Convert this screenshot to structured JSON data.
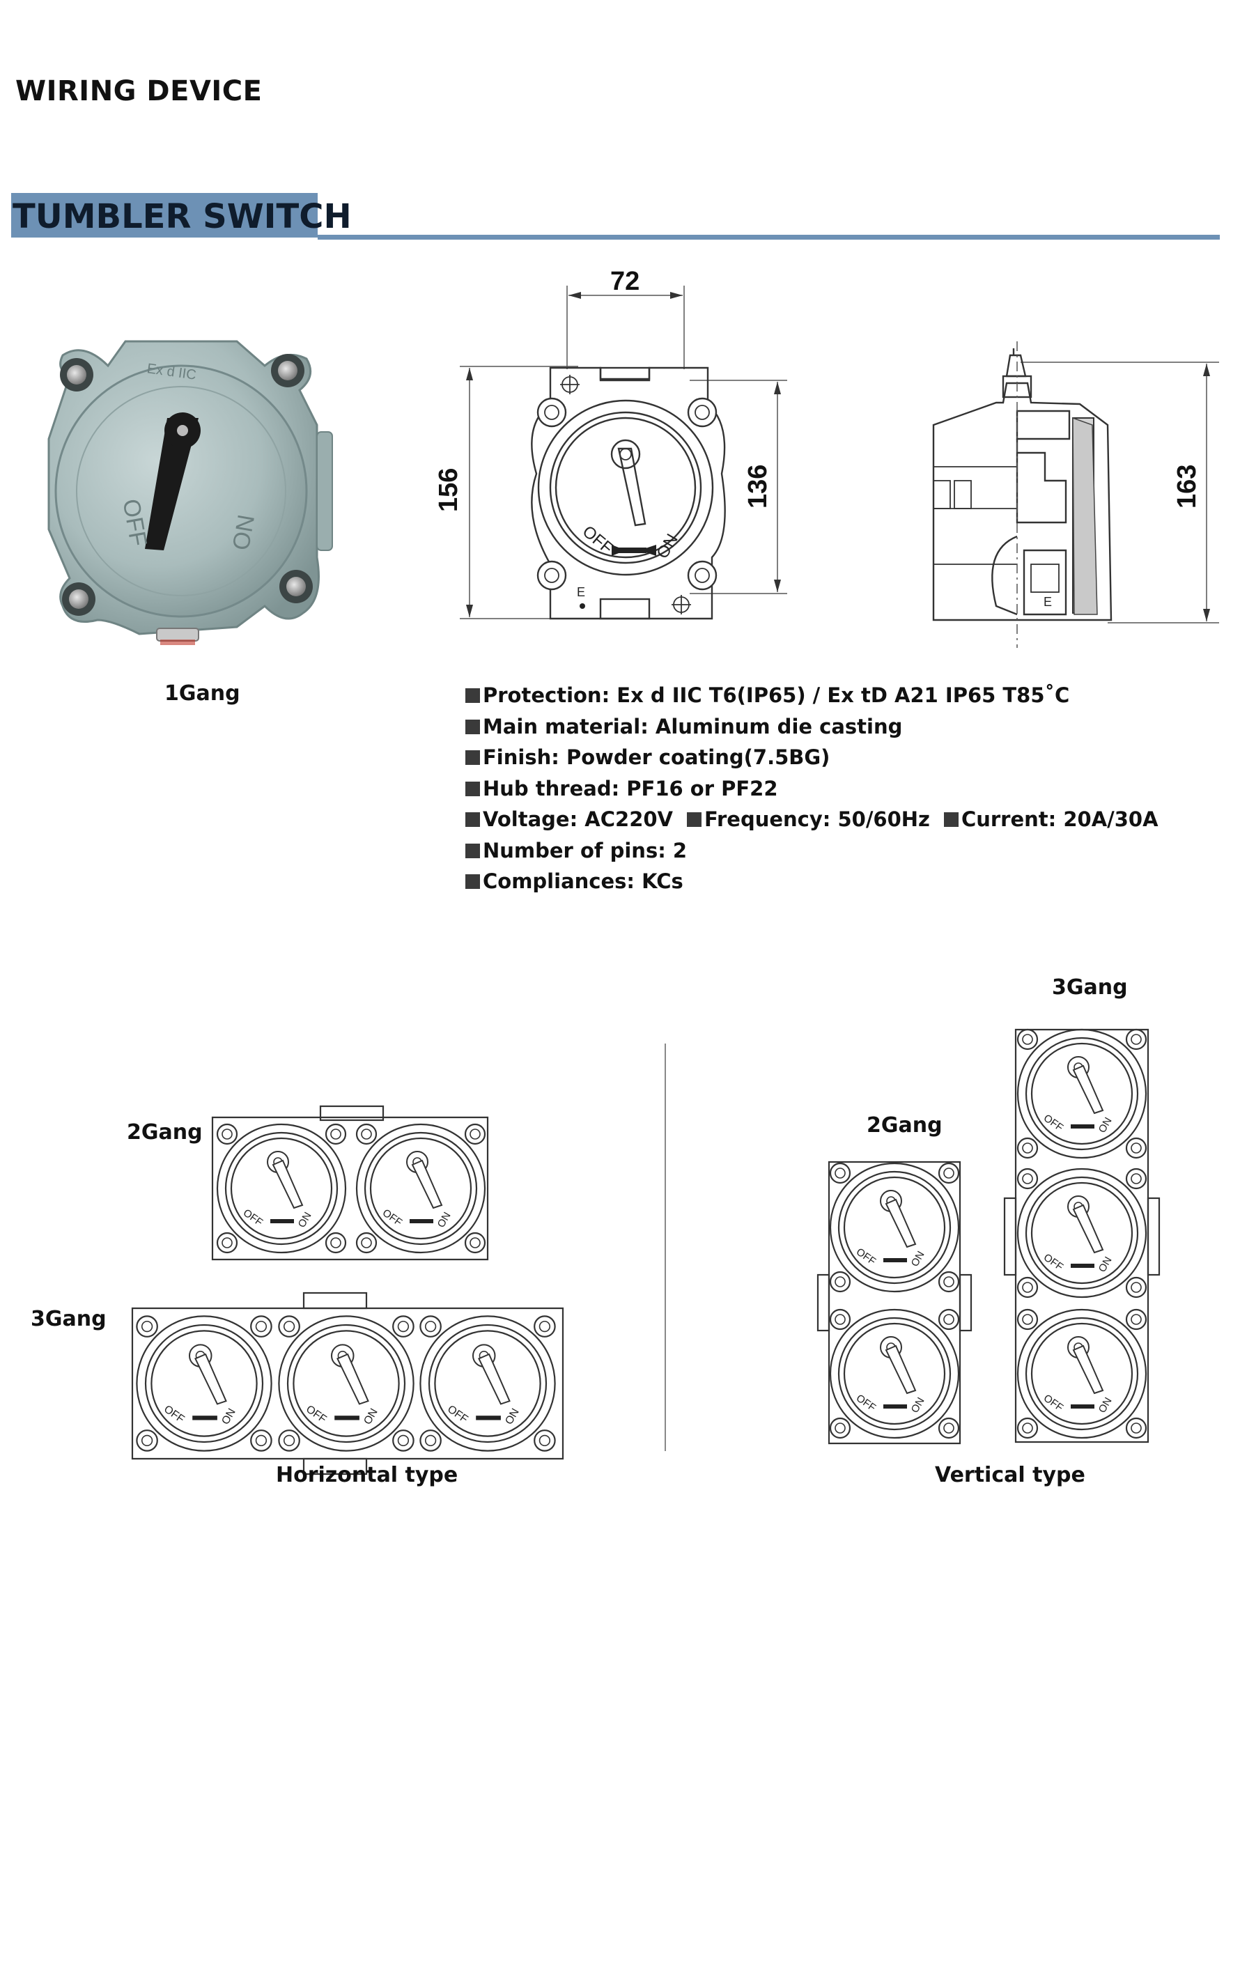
{
  "header": {
    "section_label": "WIRING DEVICE",
    "title": "TUMBLER SWITCH"
  },
  "photo": {
    "caption": "1Gang",
    "body_color": "#a9bcbc",
    "handle_color": "#1a1a1a",
    "off_mark": "OFF",
    "on_mark": "ON",
    "ex_mark": "Ex d IIC"
  },
  "drawing": {
    "dim_width": "72",
    "dim_height_outer": "156",
    "dim_height_inner": "136",
    "dim_depth": "163",
    "off_label": "OFF",
    "on_label": "ON",
    "earth_label": "E"
  },
  "specs": [
    {
      "label": "Protection",
      "value": "Ex d IIC T6(IP65) / Ex tD A21 IP65 T85˚C"
    },
    {
      "label": "Main material",
      "value": "Aluminum die casting"
    },
    {
      "label": "Finish",
      "value": "Powder coating(7.5BG)"
    },
    {
      "label": "Hub thread",
      "value": "PF16 or PF22"
    },
    {
      "label": "Number of pins",
      "value": "2"
    },
    {
      "label": "Compliances",
      "value": "KCs"
    }
  ],
  "electrical": [
    {
      "label": "Voltage",
      "value": "AC220V"
    },
    {
      "label": "Frequency",
      "value": "50/60Hz"
    },
    {
      "label": "Current",
      "value": "20A/30A"
    }
  ],
  "variants": {
    "horizontal": {
      "caption": "Horizontal type",
      "two_gang": "2Gang",
      "three_gang": "3Gang"
    },
    "vertical": {
      "caption": "Vertical type",
      "two_gang": "2Gang",
      "three_gang": "3Gang"
    }
  },
  "colors": {
    "accent": "#6d91b5",
    "title_text": "#0f1c2c"
  }
}
